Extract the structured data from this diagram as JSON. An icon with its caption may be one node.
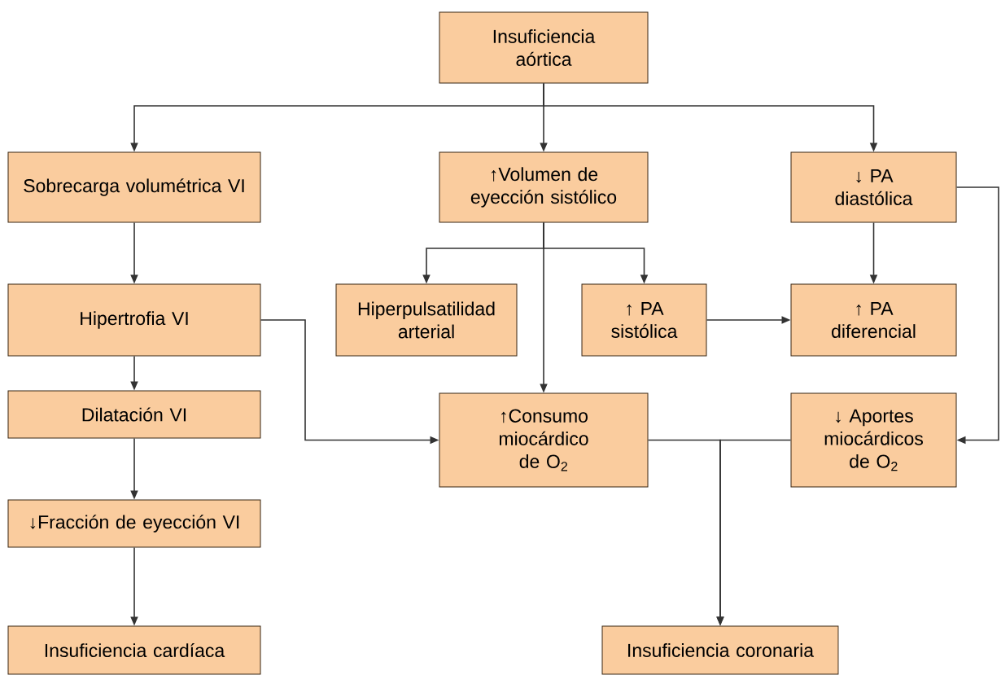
{
  "diagram": {
    "nodes": [
      {
        "text": [
          "Insuficiencia aórtica"
        ]
      },
      {
        "text": [
          "Sobrecarga volumétrica VI"
        ]
      },
      {
        "text": [
          "↑Volumen de eyección sistólico"
        ]
      },
      {
        "text": [
          "↓ PA diastólica"
        ]
      },
      {
        "text": [
          "Hipertrofia VI"
        ]
      },
      {
        "text": [
          "Hiperpulsatilidad arterial"
        ]
      },
      {
        "text": [
          "↑ PA sistólica"
        ]
      },
      {
        "text": [
          "↑ PA diferencial"
        ]
      },
      {
        "text": [
          "Dilatación VI"
        ]
      },
      {
        "text": [
          "↑Consumo miocárdico de O$_{2}$"
        ]
      },
      {
        "text": [
          "↓ Aportes miocárdicos de O$_{2}$"
        ]
      },
      {
        "text": [
          "↓Fracción de eyección VI"
        ]
      },
      {
        "text": [
          "Insuficiencia cardíaca"
        ]
      },
      {
        "text": [
          "Insuficiencia coronaria"
        ]
      }
    ],
    "edges": [
      {
        "from": 0,
        "to": 1,
        "arrow": "to"
      },
      {
        "from": 0,
        "to": 2,
        "arrow": "to"
      },
      {
        "from": 0,
        "to": 3,
        "arrow": "to"
      },
      {
        "from": 1,
        "to": 4,
        "arrow": "to"
      },
      {
        "from": 2,
        "to": 5,
        "arrow": "to"
      },
      {
        "from": 2,
        "to": 6,
        "arrow": "to"
      },
      {
        "from": 2,
        "to": 9,
        "arrow": "to"
      },
      {
        "from": 3,
        "to": 7,
        "arrow": "to"
      },
      {
        "from": 6,
        "to": 7,
        "arrow": "to"
      },
      {
        "from": 4,
        "to": 9,
        "arrow": "to"
      },
      {
        "from": 4,
        "to": 8,
        "arrow": "to"
      },
      {
        "from": 8,
        "to": 11,
        "arrow": "to"
      },
      {
        "from": 11,
        "to": 12,
        "arrow": "to"
      },
      {
        "from": 3,
        "to": 10,
        "arrow": "to"
      },
      {
        "from": 9,
        "to": 13,
        "arrow": "to"
      },
      {
        "from": 10,
        "to": 13,
        "arrow": "to"
      }
    ]
  }
}
